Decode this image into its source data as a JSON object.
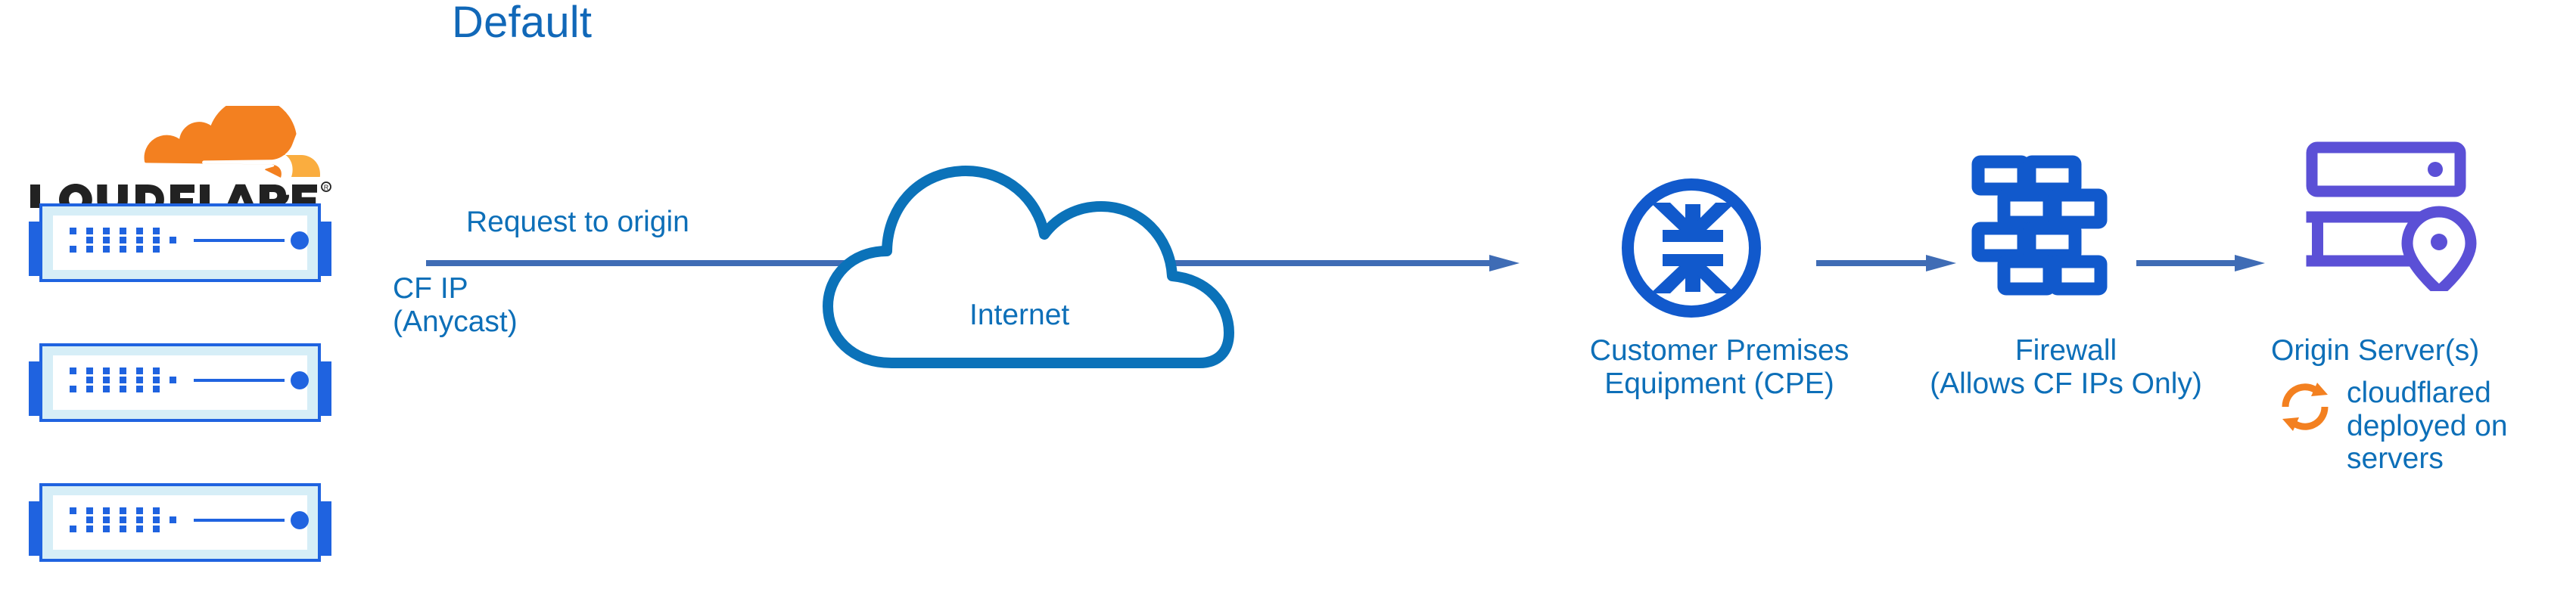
{
  "diagram": {
    "title": "Default",
    "type": "network-architecture-diagram",
    "colors": {
      "title_blue": "#1168b8",
      "label_blue": "#0d6fb8",
      "arrow_blue": "#3f6cb5",
      "icon_blue": "#1159cc",
      "cloud_blue": "#0b72b9",
      "rack_blue": "#1f63e0",
      "rack_panel": "#cfe9f3",
      "origin_purple": "#5b50d6",
      "cloudflare_orange": "#f38020",
      "cloudflare_orange_light": "#faad3f",
      "wordmark_black": "#222222",
      "background": "#ffffff"
    }
  },
  "brand": {
    "logo_icon_name": "cloudflare-cloud-logo",
    "wordmark": "CLOUDFLARE",
    "registered_mark": "®"
  },
  "edge_nodes": {
    "icon_name": "server-rack-icon",
    "count": 3,
    "racks": [
      {
        "id": "rack-1",
        "led_rows": 3,
        "status_dot": true
      },
      {
        "id": "rack-2",
        "led_rows": 3,
        "status_dot": true
      },
      {
        "id": "rack-3",
        "led_rows": 3,
        "status_dot": true
      }
    ]
  },
  "flow": {
    "main_arrow_label": "Request to origin",
    "source_label": "CF IP\n(Anycast)",
    "arrows": [
      {
        "name": "arrow-edge-to-cpe",
        "direction": "right"
      },
      {
        "name": "arrow-cpe-to-firewall",
        "direction": "right"
      },
      {
        "name": "arrow-firewall-to-origin",
        "direction": "right"
      }
    ]
  },
  "nodes": [
    {
      "id": "internet",
      "label": "Internet",
      "icon_name": "cloud-icon"
    },
    {
      "id": "cpe",
      "label": "Customer Premises\nEquipment (CPE)",
      "icon_name": "router-four-arrows-icon"
    },
    {
      "id": "firewall",
      "label": "Firewall\n(Allows CF IPs Only)",
      "icon_name": "brick-wall-icon"
    },
    {
      "id": "origin",
      "label": "Origin Server(s)",
      "icon_name": "server-location-pin-icon",
      "annotation": {
        "icon_name": "sync-circular-arrows-icon",
        "text": "cloudflared\ndeployed on\nservers"
      }
    }
  ]
}
